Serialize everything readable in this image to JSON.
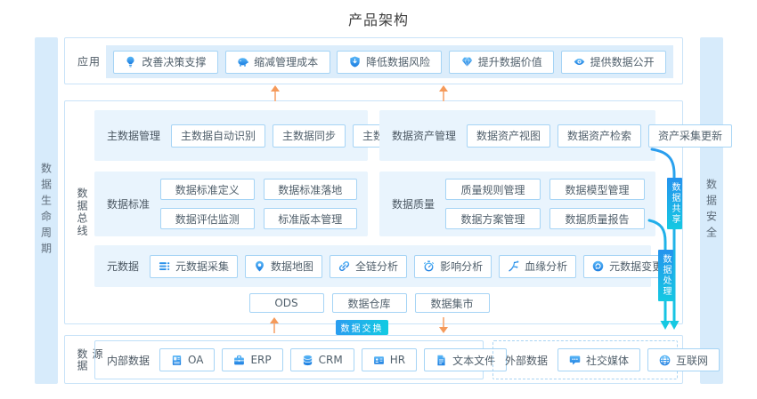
{
  "title": "产品架构",
  "sidebars": {
    "left": "数据生命周期",
    "right": "数据安全"
  },
  "app": {
    "label": "应用",
    "items": [
      {
        "icon": "bulb-icon",
        "label": "改善决策支撑"
      },
      {
        "icon": "piggy-bank-icon",
        "label": "缩减管理成本"
      },
      {
        "icon": "shield-down-icon",
        "label": "降低数据风险"
      },
      {
        "icon": "gem-icon",
        "label": "提升数据价值"
      },
      {
        "icon": "eye-icon",
        "label": "提供数据公开"
      }
    ]
  },
  "bus": {
    "label": "数据总线",
    "master_data": {
      "label": "主数据管理",
      "items": [
        "主数据自动识别",
        "主数据同步",
        "主数据检索"
      ]
    },
    "data_asset": {
      "label": "数据资产管理",
      "items": [
        "数据资产视图",
        "数据资产检索",
        "资产采集更新"
      ]
    },
    "data_standard": {
      "label": "数据标准",
      "items": [
        "数据标准定义",
        "数据标准落地",
        "数据评估监测",
        "标准版本管理"
      ]
    },
    "data_quality": {
      "label": "数据质量",
      "items": [
        "质量规则管理",
        "数据模型管理",
        "数据方案管理",
        "数据质量报告"
      ]
    },
    "metadata": {
      "label": "元数据",
      "items": [
        {
          "icon": "collect-icon",
          "label": "元数据采集"
        },
        {
          "icon": "map-pin-icon",
          "label": "数据地图"
        },
        {
          "icon": "link-icon",
          "label": "全链分析"
        },
        {
          "icon": "stopwatch-icon",
          "label": "影响分析"
        },
        {
          "icon": "branch-icon",
          "label": "血缘分析"
        },
        {
          "icon": "refresh-icon",
          "label": "元数据变更"
        }
      ]
    },
    "storage": [
      "ODS",
      "数据仓库",
      "数据集市"
    ]
  },
  "flows": {
    "exchange": "数据交换",
    "share": "数据共享",
    "process": "数据处理"
  },
  "source": {
    "label": "数据源",
    "internal": {
      "label": "内部数据",
      "items": [
        {
          "icon": "doc-icon",
          "label": "OA"
        },
        {
          "icon": "briefcase-icon",
          "label": "ERP"
        },
        {
          "icon": "database-icon",
          "label": "CRM"
        },
        {
          "icon": "id-card-icon",
          "label": "HR"
        },
        {
          "icon": "file-icon",
          "label": "文本文件"
        }
      ]
    },
    "external": {
      "label": "外部数据",
      "items": [
        {
          "icon": "chat-icon",
          "label": "社交媒体"
        },
        {
          "icon": "globe-icon",
          "label": "互联网"
        }
      ]
    }
  },
  "colors": {
    "accent_blue": "#2b9ff0",
    "accent_cyan": "#15c9e2",
    "arrow_orange": "#f59a5a",
    "panel_blue": "#e9f4fd",
    "border_blue": "#a6d4f5",
    "sidebar_blue": "#d7ebfb"
  }
}
